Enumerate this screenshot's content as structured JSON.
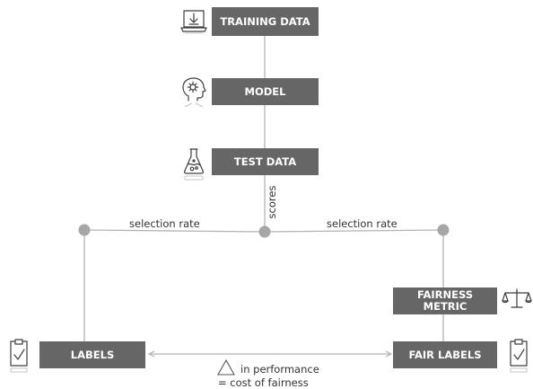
{
  "nodes": {
    "training_data": "TRAINING DATA",
    "model": "MODEL",
    "test_data": "TEST DATA",
    "labels": "LABELS",
    "fair_labels": "FAIR LABELS",
    "fairness_metric_line1": "FAIRNESS",
    "fairness_metric_line2": "METRIC"
  },
  "edges": {
    "scores": "scores",
    "selection_rate_left": "selection rate",
    "selection_rate_right": "selection rate"
  },
  "caption": {
    "line1": "in performance",
    "line2": "= cost of fairness"
  },
  "colors": {
    "box_fill": "#666666",
    "box_text": "#ffffff",
    "line": "#b3b3b3",
    "junction": "#a6a6a6",
    "icon_stroke": "#3d3d3d",
    "text": "#333333"
  },
  "icons": {
    "training_data": "laptop-download-icon",
    "model": "head-gear-icon",
    "test_data": "flask-icon",
    "labels": "clipboard-check-icon",
    "fair_labels": "clipboard-check-icon",
    "fairness_metric": "balance-scale-icon",
    "caption": "delta-triangle-icon"
  }
}
